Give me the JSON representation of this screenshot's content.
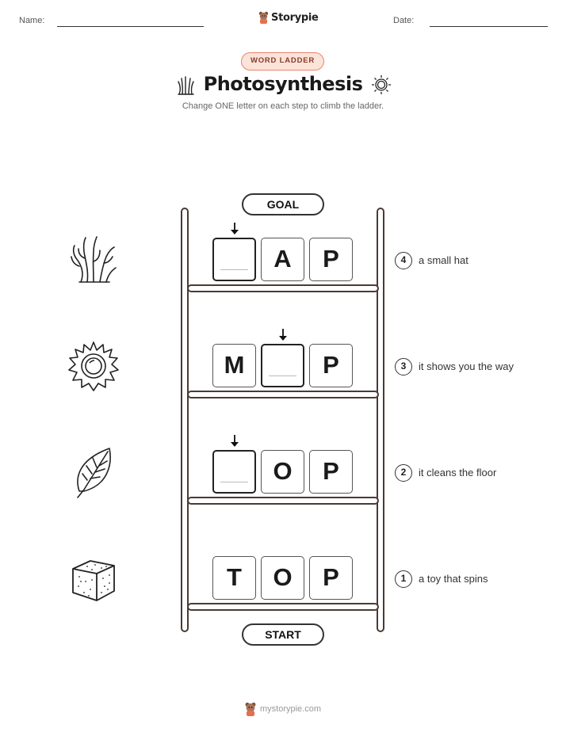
{
  "header": {
    "name_label": "Name:",
    "date_label": "Date:",
    "logo_text": "Storypie"
  },
  "badge": "WORD LADDER",
  "title": "Photosynthesis",
  "subtitle": "Change ONE letter on each step to climb the ladder.",
  "ladder": {
    "goal_label": "GOAL",
    "start_label": "START",
    "steps": [
      {
        "number": "4",
        "clue": "a small hat",
        "icon": "coral-icon",
        "letters": [
          "",
          "A",
          "P"
        ],
        "blank_index": 0
      },
      {
        "number": "3",
        "clue": "it shows you the way",
        "icon": "sun-icon",
        "letters": [
          "M",
          "",
          "P"
        ],
        "blank_index": 1
      },
      {
        "number": "2",
        "clue": "it cleans the floor",
        "icon": "leaf-icon",
        "letters": [
          "",
          "O",
          "P"
        ],
        "blank_index": 0
      },
      {
        "number": "1",
        "clue": "a toy that spins",
        "icon": "sugar-cube-icon",
        "letters": [
          "T",
          "O",
          "P"
        ],
        "blank_index": -1
      }
    ]
  },
  "footer": {
    "text": "mystorypie.com"
  }
}
